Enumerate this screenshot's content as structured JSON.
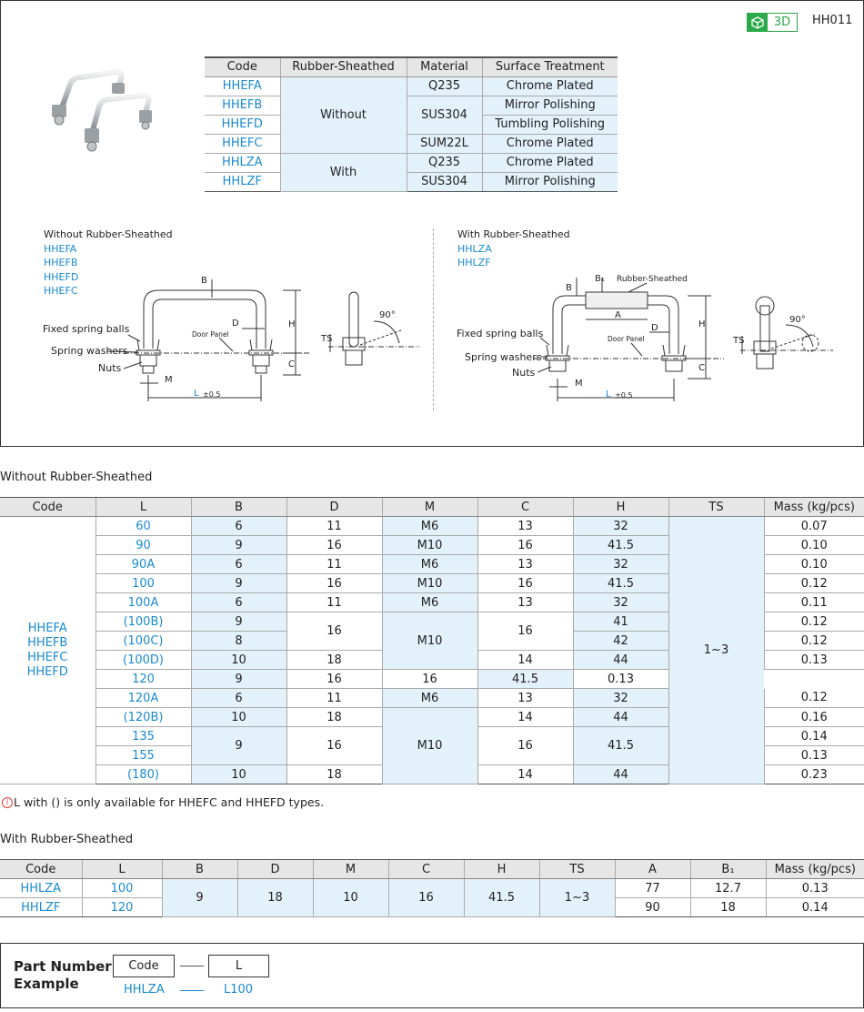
{
  "header": {
    "badge_3d": "3D",
    "product_code": "HH011"
  },
  "spec_table": {
    "headers": [
      "Code",
      "Rubber-Sheathed",
      "Material",
      "Surface Treatment"
    ],
    "codes": [
      "HHEFA",
      "HHEFB",
      "HHEFD",
      "HHEFC",
      "HHLZA",
      "HHLZF"
    ],
    "rubber_without": "Without",
    "rubber_with": "With",
    "materials": [
      "Q235",
      "SUS304",
      "SUM22L",
      "Q235",
      "SUS304"
    ],
    "treatments": [
      "Chrome Plated",
      "Mirror Polishing",
      "Tumbling Polishing",
      "Chrome Plated",
      "Chrome Plated",
      "Mirror Polishing"
    ]
  },
  "diagram_left": {
    "title": "Without Rubber-Sheathed",
    "codes": [
      "HHEFA",
      "HHEFB",
      "HHEFD",
      "HHEFC"
    ],
    "labels": {
      "fixed_spring_balls": "Fixed spring balls",
      "spring_washers": "Spring washers",
      "nuts": "Nuts",
      "door_panel": "Door Panel",
      "B": "B",
      "D": "D",
      "H": "H",
      "C": "C",
      "M": "M",
      "L": "L",
      "tol": "±0.5",
      "TS": "TS",
      "angle": "90°"
    }
  },
  "diagram_right": {
    "title": "With Rubber-Sheathed",
    "codes": [
      "HHLZA",
      "HHLZF"
    ],
    "labels": {
      "rubber_sheathed": "Rubber-Sheathed",
      "fixed_spring_balls": "Fixed spring balls",
      "spring_washers": "Spring washers",
      "nuts": "Nuts",
      "door_panel": "Door Panel",
      "B": "B",
      "B1": "B₁",
      "A": "A",
      "D": "D",
      "H": "H",
      "C": "C",
      "M": "M",
      "L": "L",
      "tol": "±0.5",
      "TS": "TS",
      "angle": "90°"
    }
  },
  "without_table": {
    "title": "Without Rubber-Sheathed",
    "headers": [
      "Code",
      "L",
      "B",
      "D",
      "M",
      "C",
      "H",
      "TS",
      "Mass (kg/pcs)"
    ],
    "code_group": [
      "HHEFA",
      "HHEFB",
      "HHEFC",
      "HHEFD"
    ],
    "L": [
      "60",
      "90",
      "90A",
      "100",
      "100A",
      "(100B)",
      "(100C)",
      "(100D)",
      "120",
      "120A",
      "(120B)",
      "135",
      "155",
      "(180)"
    ],
    "B": [
      "6",
      "9",
      "6",
      "9",
      "6",
      "9",
      "8",
      "10",
      "9",
      "6",
      "10",
      "9",
      "10"
    ],
    "D": [
      "11",
      "16",
      "11",
      "16",
      "11",
      "16",
      "18",
      "16",
      "11",
      "18",
      "16",
      "18"
    ],
    "M": [
      "M6",
      "M10",
      "M6",
      "M10",
      "M6",
      "M10",
      "M6",
      "M10"
    ],
    "C": [
      "13",
      "16",
      "13",
      "16",
      "13",
      "16",
      "14",
      "16",
      "13",
      "14",
      "16",
      "14"
    ],
    "H": [
      "32",
      "41.5",
      "32",
      "41.5",
      "32",
      "41",
      "42",
      "44",
      "41.5",
      "32",
      "44",
      "41.5",
      "44"
    ],
    "TS": "1~3",
    "mass": [
      "0.07",
      "0.10",
      "0.10",
      "0.12",
      "0.11",
      "0.12",
      "0.12",
      "0.13",
      "0.13",
      "0.12",
      "0.16",
      "0.14",
      "0.13",
      "0.23"
    ]
  },
  "note": "L with () is only available for HHEFC and HHEFD types.",
  "with_table": {
    "title": "With Rubber-Sheathed",
    "headers": [
      "Code",
      "L",
      "B",
      "D",
      "M",
      "C",
      "H",
      "TS",
      "A",
      "B₁",
      "Mass (kg/pcs)"
    ],
    "rows": [
      {
        "code": "HHLZA",
        "L": "100",
        "A": "77",
        "B1": "12.7",
        "mass": "0.13"
      },
      {
        "code": "HHLZF",
        "L": "120",
        "A": "90",
        "B1": "18",
        "mass": "0.14"
      }
    ],
    "B": "9",
    "D": "18",
    "M": "10",
    "C": "16",
    "H": "41.5",
    "TS": "1~3"
  },
  "part_number": {
    "title_line1": "Part Number",
    "title_line2": "Example",
    "box1": "Code",
    "box2": "L",
    "example1": "HHLZA",
    "example2": "L100"
  },
  "colors": {
    "accent_blue": "#1a8ad0",
    "cell_blue": "#e3f1fb",
    "badge_green": "#2ba848",
    "header_gray": "#e6e6e6"
  }
}
